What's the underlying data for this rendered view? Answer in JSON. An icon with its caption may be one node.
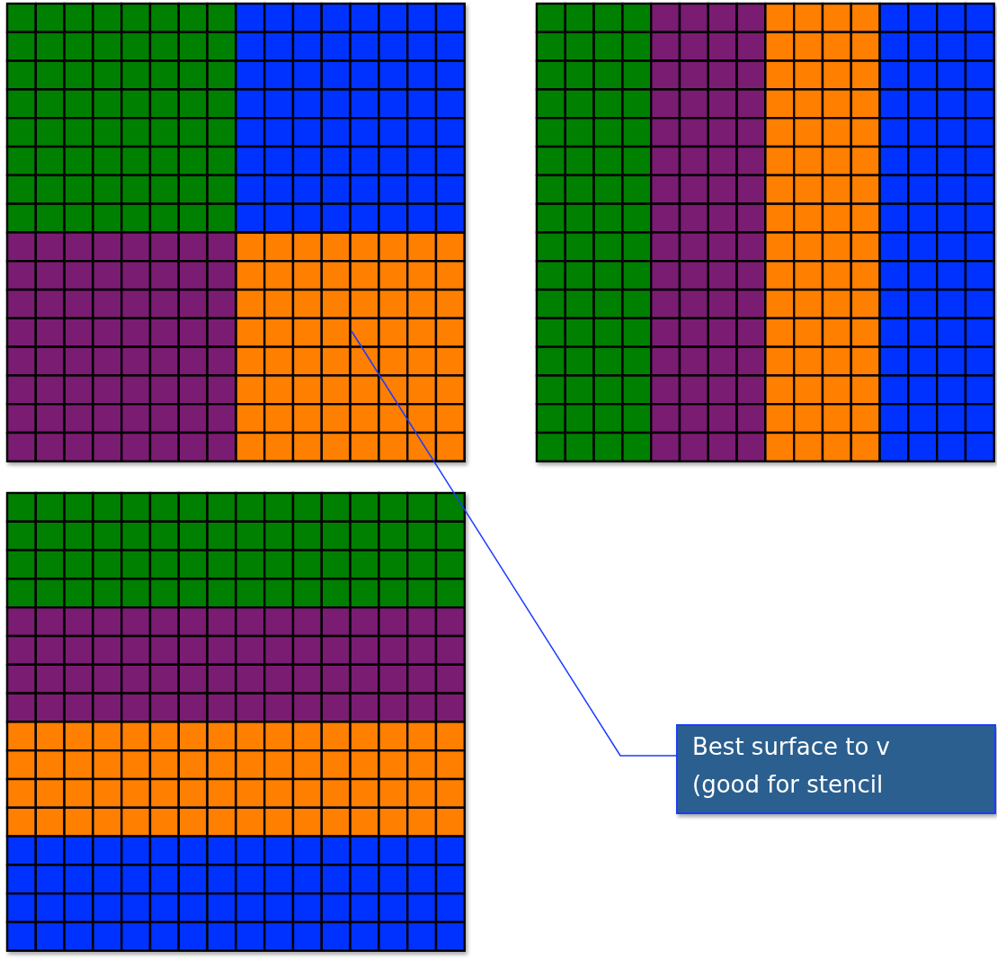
{
  "diagram": {
    "nodes": [
      {
        "text": [],
        "shape": "box"
      },
      {
        "text": [
          "Best surface to v (good for stencil"
        ]
      }
    ],
    "edges": [
      {
        "from": 1,
        "to": 0,
        "arrow": "none"
      }
    ]
  }
}
